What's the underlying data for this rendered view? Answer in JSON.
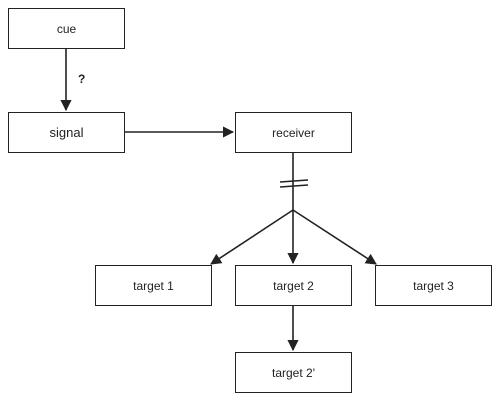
{
  "nodes": {
    "cue": "cue",
    "signal": "signal",
    "receiver": "receiver",
    "target1": "target 1",
    "target2": "target 2",
    "target3": "target 3",
    "target2prime": "target 2'"
  },
  "edge_labels": {
    "cue_to_signal": "?"
  },
  "colors": {
    "stroke": "#222222",
    "background": "#ffffff"
  }
}
